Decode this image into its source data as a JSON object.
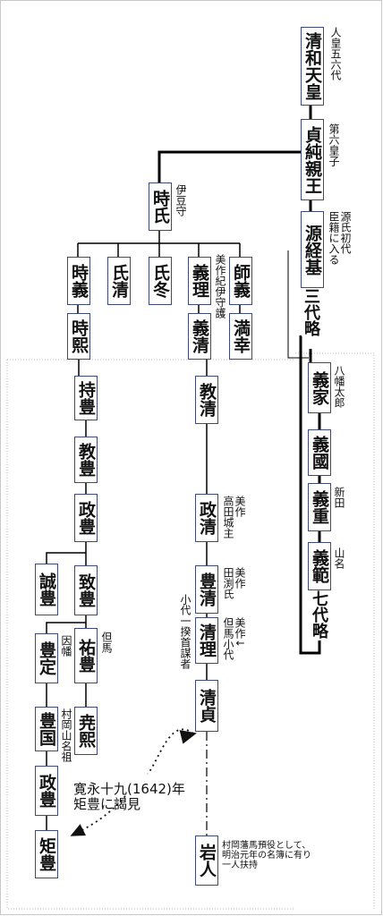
{
  "persons": {
    "seiwa": "清和天皇",
    "sadazumi": "貞純親王",
    "minamoto": "源経基",
    "tokiuji": "時氏",
    "tokiyoshi": "時義",
    "ujikiyo": "氏清",
    "ujifuyu": "氏冬",
    "yoshimasa": "義理",
    "moroyoshi": "師義",
    "tokihiro": "時熙",
    "yoshikiyo": "義清",
    "mitsuyuki": "満幸",
    "mochitoyo": "持豊",
    "norikiyo": "教清",
    "noritoyo": "教豊",
    "masatoyo": "政豊",
    "masakiyo": "政清",
    "nobutoyo": "誠豊",
    "munetoyo": "致豊",
    "toyokiyo": "豊清",
    "toyosada": "豊定",
    "suketoyo": "祐豊",
    "kiyomasa": "清理",
    "toyokuni": "豊国",
    "takahiro": "尭熙",
    "kiyosada": "清貞",
    "masatoyo2": "政豊",
    "noritoyo2": "矩豊",
    "iwato": "岩人",
    "yoshiie": "義家",
    "yoshikuni": "義國",
    "yoshishige": "義重",
    "yoshinori": "義範"
  },
  "notes": {
    "seiwa": "人皇五六代",
    "sadazumi": "第六皇子",
    "minamoto": "源氏初代\n臣籍に入る",
    "tokiuji": "伊豆守",
    "yoshimasa": "美作紀伊守護",
    "three_gen": "三代略",
    "yoshiie": "八幡太郎",
    "yoshishige": "新田",
    "yoshinori": "山名",
    "seven_gen": "七代略",
    "masakiyo": "美作\n高田城主",
    "toyokiyo": "美作\n田渕氏",
    "kiyomasa": "美作↓\n但馬小代",
    "uprising": "小代一揆首謀者",
    "toyosada": "因幡",
    "suketoyo": "但馬",
    "toyokuni": "村岡山名祖",
    "kanei": "寛永十九(1642)年\n矩豊に謁見",
    "iwato": "村岡藩馬預役として、\n明治元年の名簿に有り\n一人扶持"
  }
}
